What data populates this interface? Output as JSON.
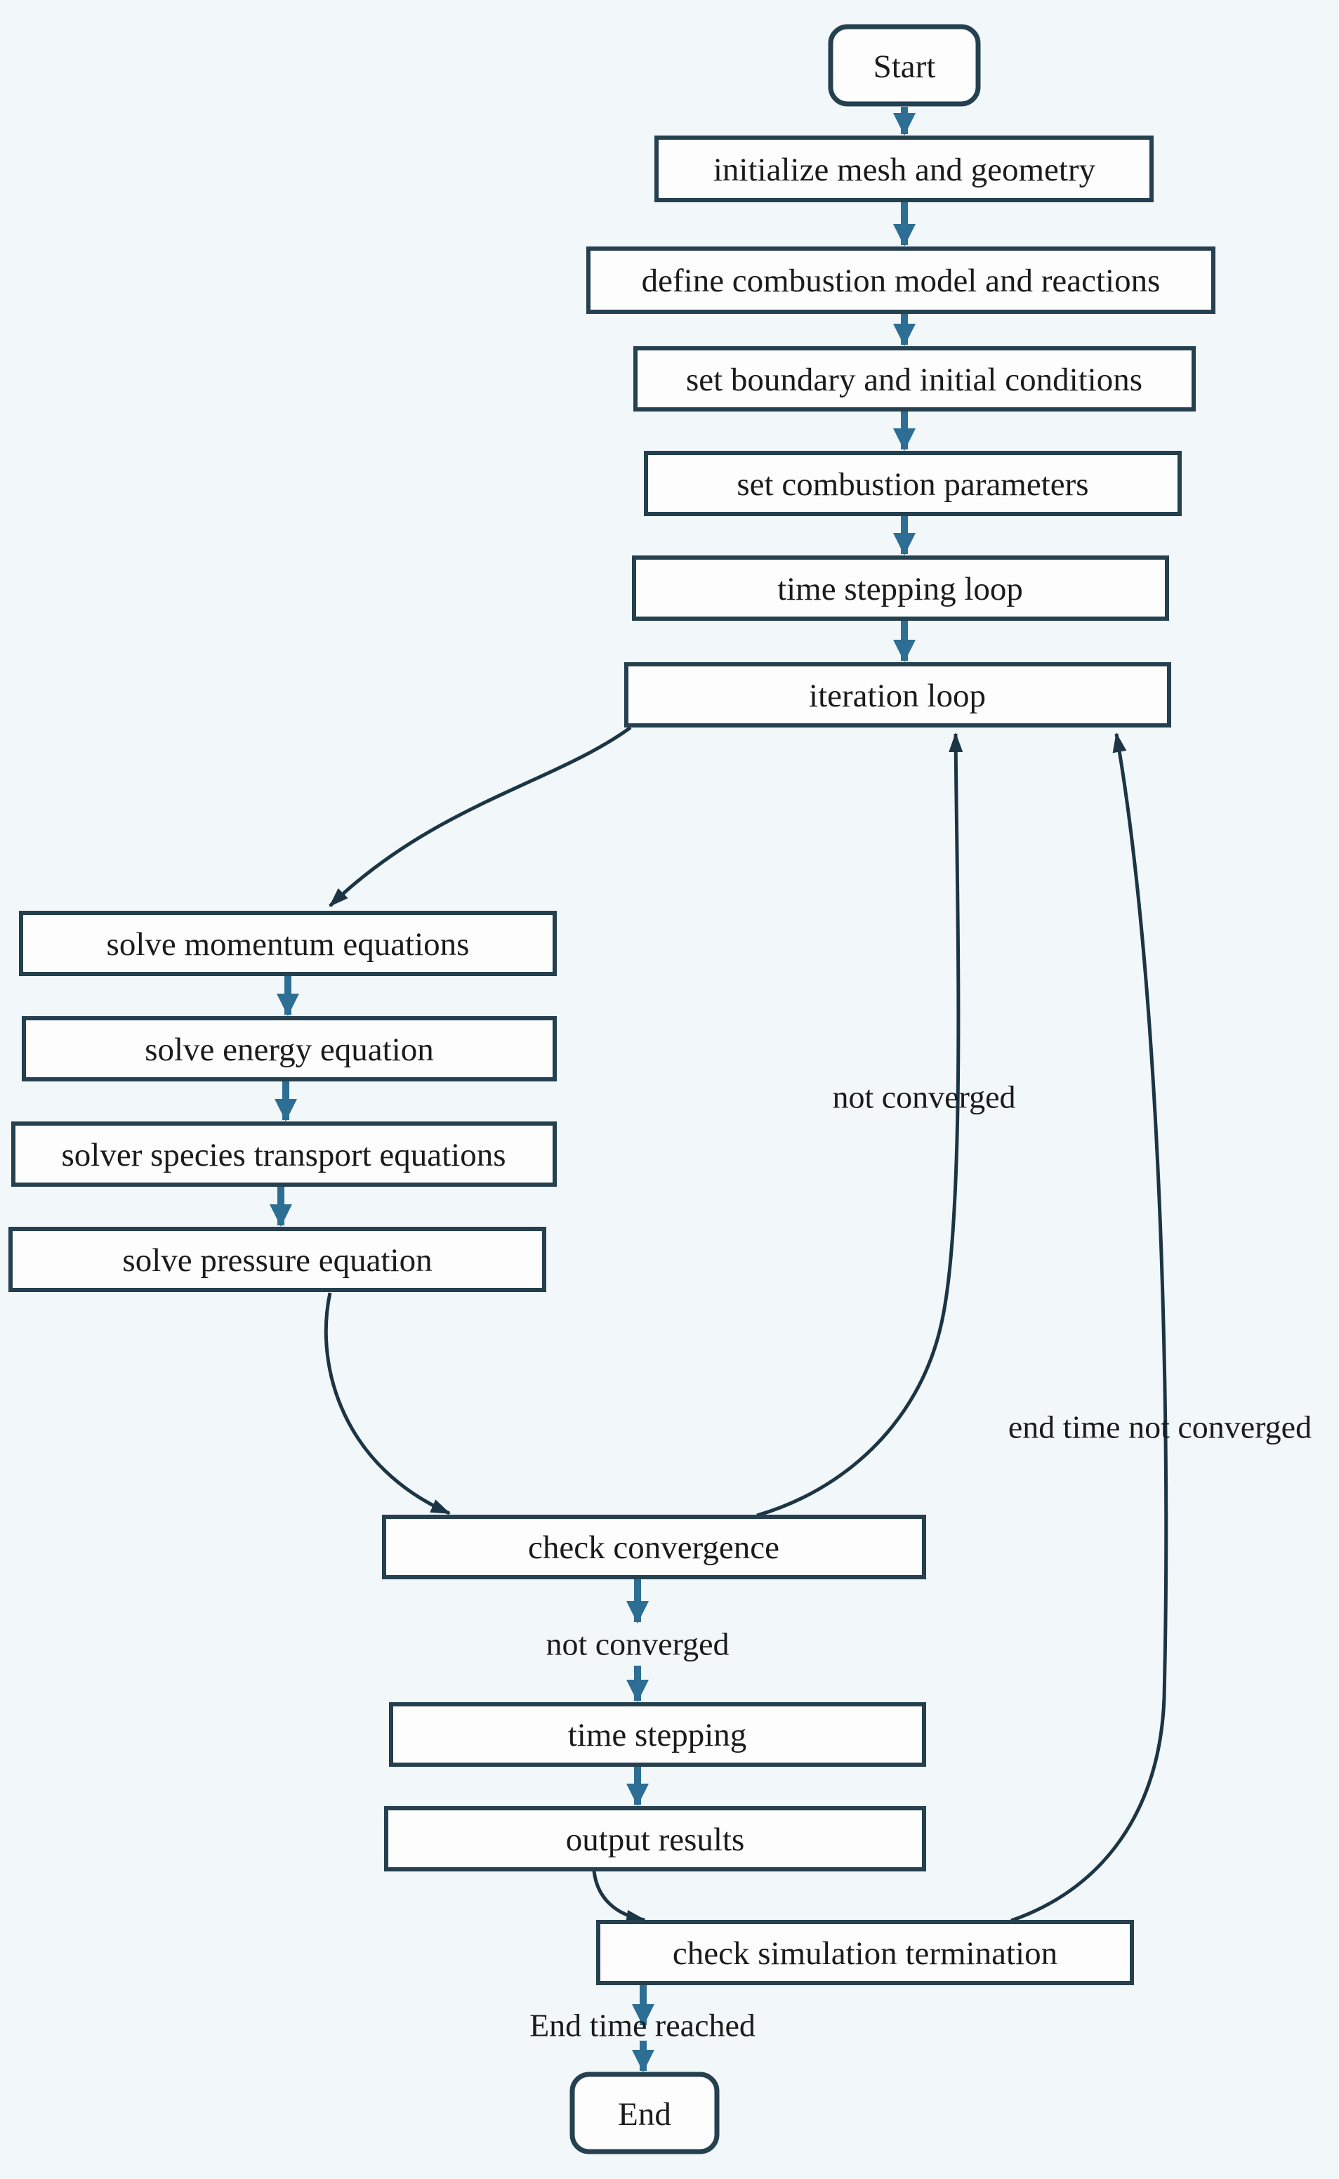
{
  "diagram": {
    "type": "flowchart",
    "colors": {
      "background": "#f2f7fa",
      "box_fill": "#fdfdfd",
      "box_border": "#25404f",
      "flow_arrow": "#2c6e94",
      "loop_arrow": "#1c3544",
      "text": "#1b1b1b"
    }
  },
  "nodes": {
    "start": "Start",
    "init_mesh": "initialize  mesh and geometry",
    "define_combustion": "define combustion model and reactions",
    "boundary_conditions": "set boundary and initial  conditions",
    "combustion_params": "set combustion parameters",
    "time_stepping_loop": "time stepping loop",
    "iteration_loop": "iteration loop",
    "momentum": "solve momentum equations",
    "energy": "solve energy equation",
    "species": "solver species transport equations",
    "pressure": "solve pressure equation",
    "check_convergence": "check convergence",
    "time_stepping": "time stepping",
    "output_results": "output results",
    "check_termination": "check simulation termination",
    "end": "End"
  },
  "edge_labels": {
    "not_converged_loop": "not converged",
    "end_time_not_converged": "end time not converged",
    "not_converged_down": "not converged",
    "end_time_reached": "End time reached"
  }
}
